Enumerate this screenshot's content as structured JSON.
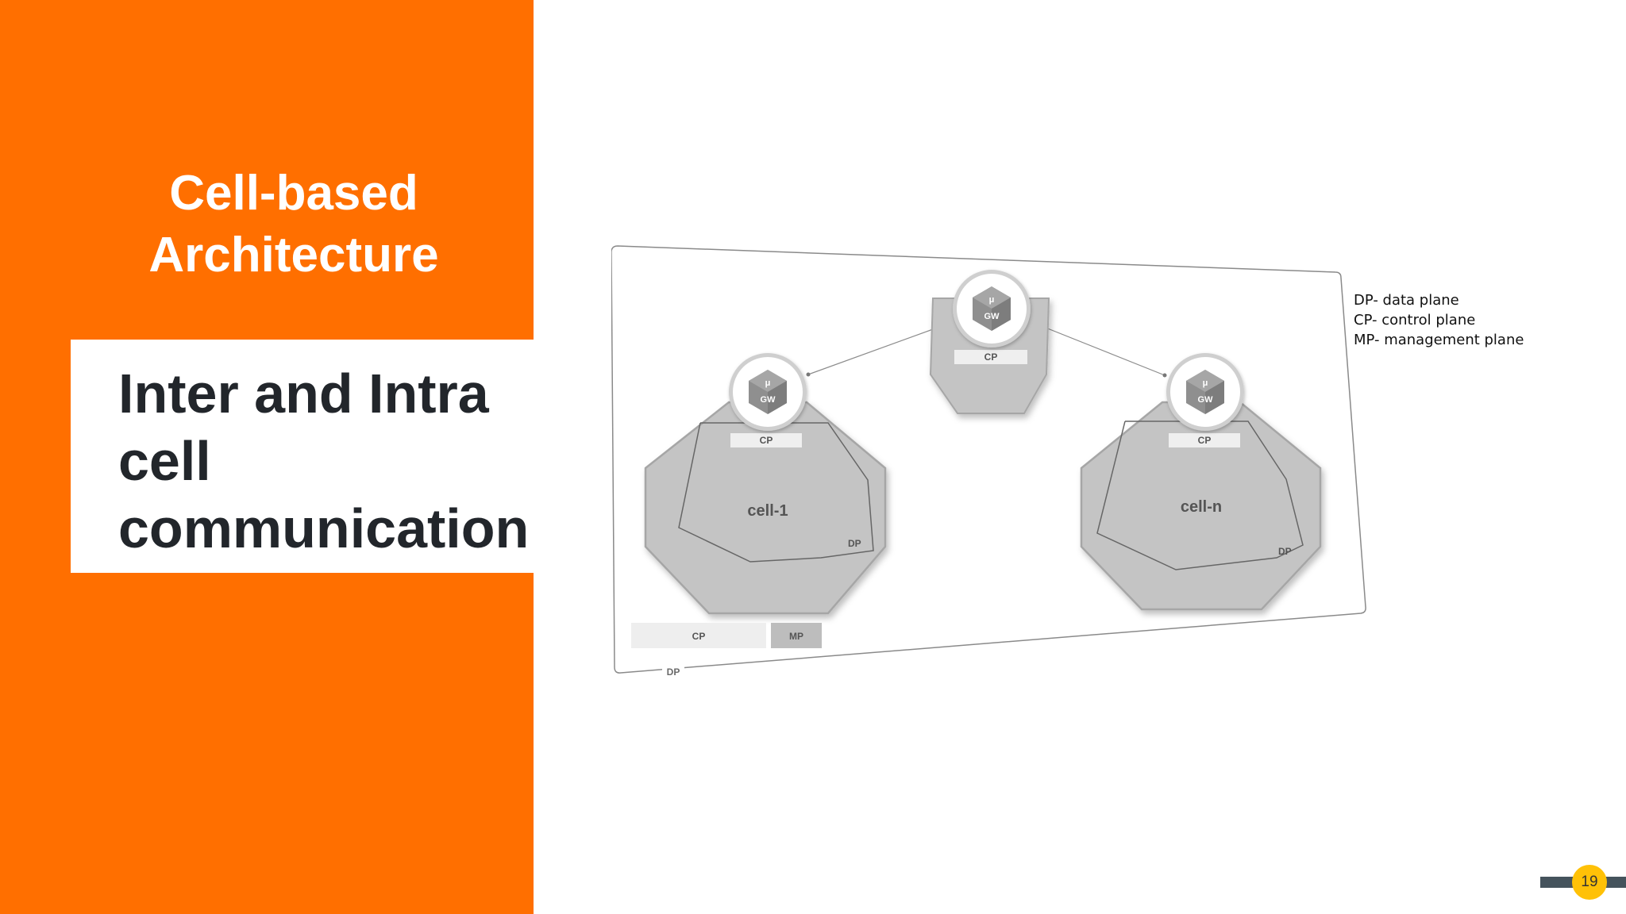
{
  "slide": {
    "section_title": "Cell-based Architecture",
    "subtitle": "Inter and Intra cell communication",
    "page_number": "19"
  },
  "diagram": {
    "gateway_top_label": "μ",
    "gateway_bottom_label": "GW",
    "cp_label": "CP",
    "dp_label": "DP",
    "mp_label": "MP",
    "cell_1_label": "cell-1",
    "cell_n_label": "cell-n"
  },
  "legend": {
    "items": [
      "DP- data plane",
      "CP- control plane",
      "MP- management plane"
    ]
  },
  "colors": {
    "accent_orange": "#ff6f00",
    "cell_fill": "#c4c4c4",
    "page_badge": "#ffc107",
    "page_bar": "#45535c"
  }
}
